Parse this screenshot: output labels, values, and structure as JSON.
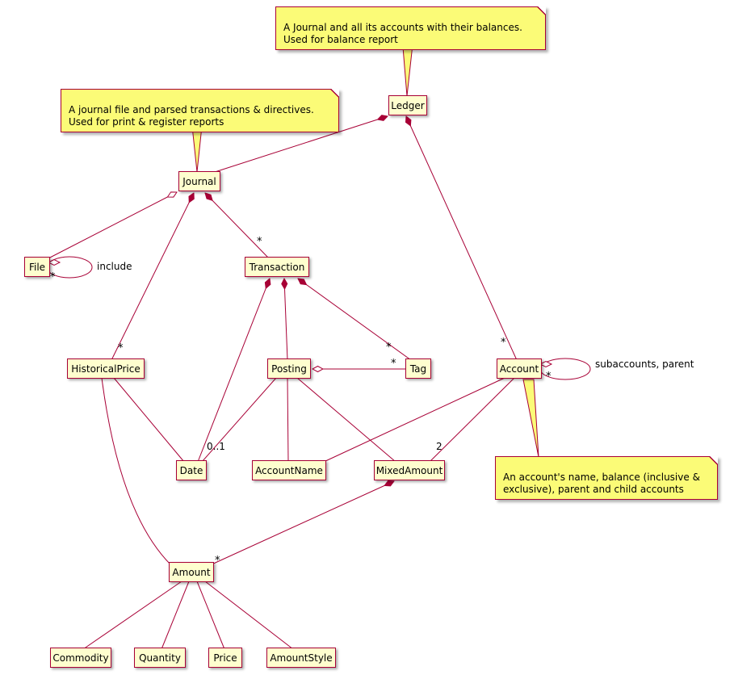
{
  "colors": {
    "class_background": "#FEFECE",
    "class_border": "#A80036",
    "edge_color": "#A80036",
    "note_background": "#FBFB77",
    "note_border": "#A80036",
    "text_color": "#000000"
  },
  "classes": {
    "ledger": "Ledger",
    "journal": "Journal",
    "file": "File",
    "transaction": "Transaction",
    "historicalprice": "HistoricalPrice",
    "posting": "Posting",
    "tag": "Tag",
    "account": "Account",
    "date": "Date",
    "accountname": "AccountName",
    "mixedamount": "MixedAmount",
    "amount": "Amount",
    "commodity": "Commodity",
    "quantity": "Quantity",
    "price": "Price",
    "amountstyle": "AmountStyle"
  },
  "notes": {
    "ledger_note": "A Journal and all its accounts with their balances.\nUsed for balance report",
    "journal_note": "A journal file and parsed transactions & directives.\nUsed for print & register reports",
    "account_note": "An account's name, balance (inclusive &\nexclusive), parent and child accounts"
  },
  "edge_labels": {
    "file_include": "include",
    "file_loop_many": "*",
    "journal_transaction_many": "*",
    "journal_historicalprice_many": "*",
    "ledger_account_many": "*",
    "transaction_tag_many": "*",
    "posting_tag_many": "*",
    "account_subaccounts": "subaccounts, parent",
    "account_loop_many": "*",
    "posting_date_mult": "0..1",
    "account_mixedamount_mult": "2",
    "mixedamount_amount_many": "*"
  }
}
